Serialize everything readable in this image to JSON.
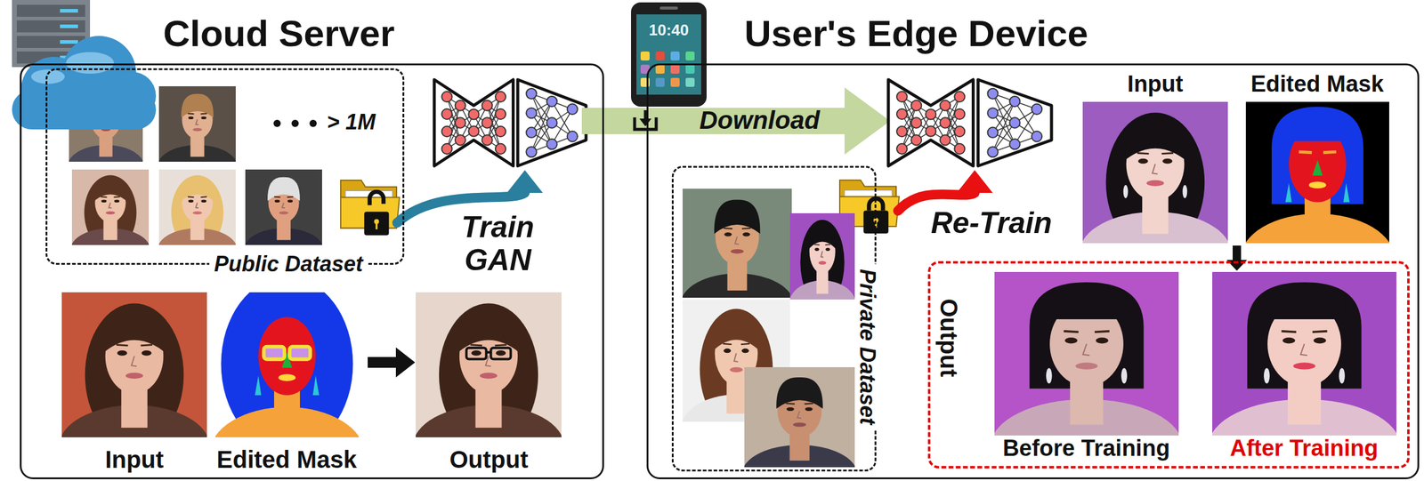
{
  "diagram": {
    "nodes": [
      {
        "text": [
          "Cloud Server"
        ]
      },
      {
        "text": [
          "Public Dataset"
        ],
        "in": 0
      },
      {
        "text": [
          "User's Edge Device"
        ]
      },
      {
        "text": [
          "Private Dataset"
        ],
        "in": 2
      },
      {
        "text": [
          "Output"
        ],
        "in": 2
      }
    ],
    "labels": [
      "> 1M",
      "Train GAN",
      "Input",
      "Edited Mask",
      "Output",
      "10:40",
      "Download",
      "Re-Train",
      "Input",
      "Edited Mask",
      "Before Training",
      "After Training"
    ]
  }
}
